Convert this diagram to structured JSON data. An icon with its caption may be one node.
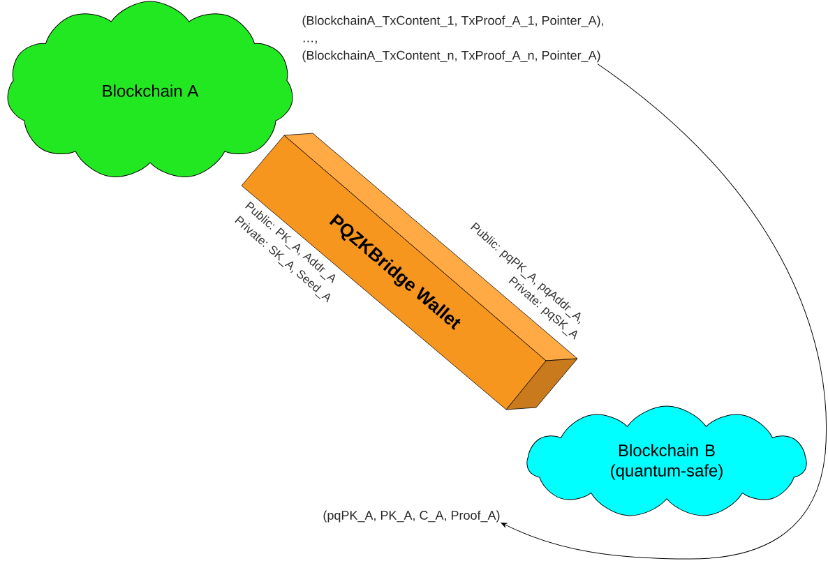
{
  "diagram": {
    "nodes": [
      {
        "text": [
          "Blockchain A"
        ]
      },
      {
        "text": [
          "PQZKBridge Wallet"
        ],
        "beside": [
          "Public: PK_A, Addr_A",
          "Private: SK_A, Seed_A",
          "Public: pqPK_A, pqAddr_A,",
          "Private: pqSK_A"
        ]
      },
      {
        "text": [
          "Blockchain B (quantum-safe)"
        ]
      },
      {
        "text": [
          "(BlockchainA_TxContent_1, TxProof_A_1, Pointer_A),",
          "…,",
          "(BlockchainA_TxContent_n, TxProof_A_n, Pointer_A)"
        ]
      },
      {
        "text": [
          "(pqPK_A, PK_A, C_A, Proof_A)"
        ]
      }
    ],
    "edges": [
      {
        "from": 3,
        "to": 4,
        "arrow": "to"
      }
    ]
  }
}
